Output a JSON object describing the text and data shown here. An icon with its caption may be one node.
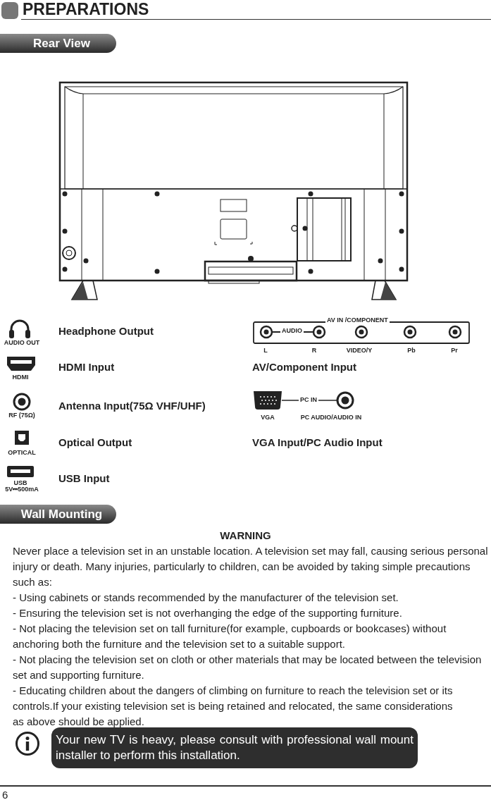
{
  "diagram": {
    "title": "PREPARATIONS",
    "labels": [
      "Rear View",
      "AUDIO OUT",
      "Headphone Output",
      "AV IN /COMPONENT",
      "AUDIO",
      "L",
      "R",
      "VIDEO/Y",
      "Pb",
      "Pr",
      "HDMI",
      "HDMI Input",
      "AV/Component Input",
      "RF (75Ω)",
      "Antenna Input(75Ω VHF/UHF)",
      "PC IN",
      "VGA",
      "PC AUDIO/AUDIO IN",
      "OPTICAL",
      "Optical Output",
      "VGA Input/PC Audio Input",
      "USB",
      "5V⎓500mA",
      "USB Input",
      "Wall Mounting",
      "WARNING",
      "Never place a television set in an unstable location. A television set may fall, causing serious personal injury or death. Many injuries, particularly to children, can be avoided by taking simple precautions such as:",
      "- Using cabinets or stands recommended by the manufacturer of the television set.",
      "- Ensuring the television set is not overhanging the edge of the supporting furniture.",
      "- Not placing the television set on tall furniture(for example, cupboards or bookcases) without anchoring both the furniture and the television set to a suitable support.",
      "- Not placing the television set on cloth or other materials that may be located between the television set and supporting furniture.",
      "- Educating children about the dangers of climbing on furniture to reach the television set or its controls.If your existing television set is being retained and relocated, the same considerations as above should be applied.",
      "Your new TV is heavy, please consult with professional wall mount installer to perform this installation.",
      "6"
    ]
  }
}
